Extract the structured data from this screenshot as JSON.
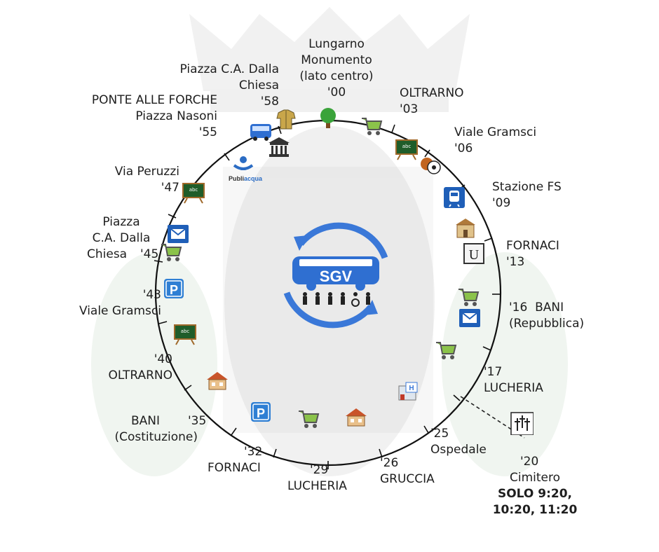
{
  "stops": [
    {
      "id": "lungarno",
      "lines": [
        "Lungarno",
        "Monumento",
        "(lato centro)",
        "'00"
      ]
    },
    {
      "id": "oltrarno-03",
      "lines": [
        "OLTRARNO",
        "'03"
      ]
    },
    {
      "id": "gramsci-06",
      "lines": [
        "Viale Gramsci",
        "'06"
      ]
    },
    {
      "id": "stazione-09",
      "lines": [
        "Stazione FS",
        "'09"
      ]
    },
    {
      "id": "fornaci-13",
      "lines": [
        "FORNACI",
        "'13"
      ]
    },
    {
      "id": "bani-16",
      "lines": [
        "'16  BANI",
        "(Repubblica)"
      ]
    },
    {
      "id": "lucheria-17",
      "lines": [
        "'17",
        "LUCHERIA"
      ]
    },
    {
      "id": "cimitero-20",
      "lines": [
        "'20",
        "Cimitero"
      ]
    },
    {
      "id": "ospedale-25",
      "lines": [
        "'25",
        "Ospedale"
      ]
    },
    {
      "id": "gruccia-26",
      "lines": [
        "'26",
        "GRUCCIA"
      ]
    },
    {
      "id": "lucheria-29",
      "lines": [
        "'29",
        "LUCHERIA"
      ]
    },
    {
      "id": "fornaci-32",
      "lines": [
        "'32",
        "FORNACI"
      ]
    },
    {
      "id": "bani-35",
      "lines": [
        "BANI",
        "(Costituzione)"
      ]
    },
    {
      "id": "min-35",
      "lines": [
        "'35"
      ]
    },
    {
      "id": "oltrarno-40",
      "lines": [
        "'40",
        "OLTRARNO"
      ]
    },
    {
      "id": "gramsci-43",
      "lines": [
        "'43",
        "Viale Gramsci"
      ]
    },
    {
      "id": "piazza-45",
      "lines": [
        "Piazza",
        "C.A. Dalla",
        "Chiesa"
      ]
    },
    {
      "id": "min-45",
      "lines": [
        "'45"
      ]
    },
    {
      "id": "peruzzi-47",
      "lines": [
        "Via Peruzzi",
        "'47"
      ]
    },
    {
      "id": "forche-55",
      "lines": [
        "PONTE ALLE FORCHE",
        "Piazza Nasoni",
        "'55"
      ]
    },
    {
      "id": "piazza-58",
      "lines": [
        "Piazza C.A. Dalla",
        "Chiesa",
        "'58"
      ]
    }
  ],
  "cimitero_note": [
    "SOLO 9:20,",
    "10:20, 11:20"
  ],
  "logo": {
    "text": "SGV",
    "color": "#2f6fd1",
    "arrow_color": "#3a78d8"
  },
  "publiacqua": {
    "part1": "Publi",
    "part2": "acqua"
  },
  "ring_color": "#111111",
  "icons": [
    {
      "type": "tree",
      "label": "tree-icon"
    },
    {
      "type": "cart",
      "label": "shopping-cart-icon"
    },
    {
      "type": "school",
      "label": "school-icon"
    },
    {
      "type": "sport",
      "label": "sport-balls-icon"
    },
    {
      "type": "train",
      "label": "train-station-icon"
    },
    {
      "type": "building",
      "label": "building-icon"
    },
    {
      "type": "university",
      "label": "university-icon"
    },
    {
      "type": "cart",
      "label": "shopping-cart-icon"
    },
    {
      "type": "mail",
      "label": "mail-icon"
    },
    {
      "type": "cart",
      "label": "shopping-cart-icon"
    },
    {
      "type": "hospital",
      "label": "hospital-icon"
    },
    {
      "type": "cross",
      "label": "cemetery-icon"
    },
    {
      "type": "house",
      "label": "house-icon"
    },
    {
      "type": "cart",
      "label": "shopping-cart-icon"
    },
    {
      "type": "parking",
      "label": "parking-icon"
    },
    {
      "type": "house",
      "label": "house-icon"
    },
    {
      "type": "school",
      "label": "school-icon"
    },
    {
      "type": "parking",
      "label": "parking-icon"
    },
    {
      "type": "cart",
      "label": "shopping-cart-icon"
    },
    {
      "type": "mail",
      "label": "mail-icon"
    },
    {
      "type": "school",
      "label": "school-icon"
    },
    {
      "type": "bus",
      "label": "bus-icon"
    },
    {
      "type": "clothes",
      "label": "clothes-shop-icon"
    },
    {
      "type": "museum",
      "label": "museum-icon"
    }
  ]
}
